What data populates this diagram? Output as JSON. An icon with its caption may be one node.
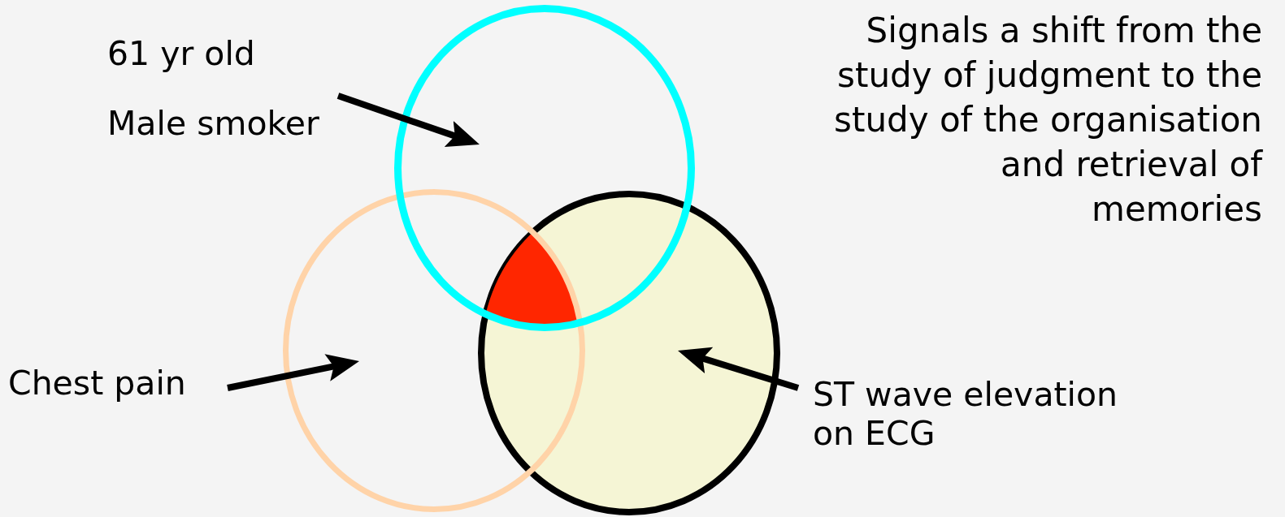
{
  "diagram": {
    "nodes": [
      {
        "text": [
          "61 yr old",
          "Male smoker"
        ]
      },
      {
        "text": [],
        "shape": "circle"
      },
      {
        "text": [],
        "shape": "circle"
      },
      {
        "text": [],
        "shape": "circle"
      },
      {
        "text": [
          "Chest pain"
        ]
      },
      {
        "text": [
          "ST wave elevation on ECG"
        ]
      }
    ],
    "edges": [
      {
        "from": 0,
        "to": 1,
        "arrow": "to"
      },
      {
        "from": 4,
        "to": 2,
        "arrow": "to"
      },
      {
        "from": 5,
        "to": 3,
        "arrow": "to"
      }
    ],
    "labels": [
      "Signals a shift from the study of judgment to the study of the organisation and retrieval of memories"
    ]
  }
}
